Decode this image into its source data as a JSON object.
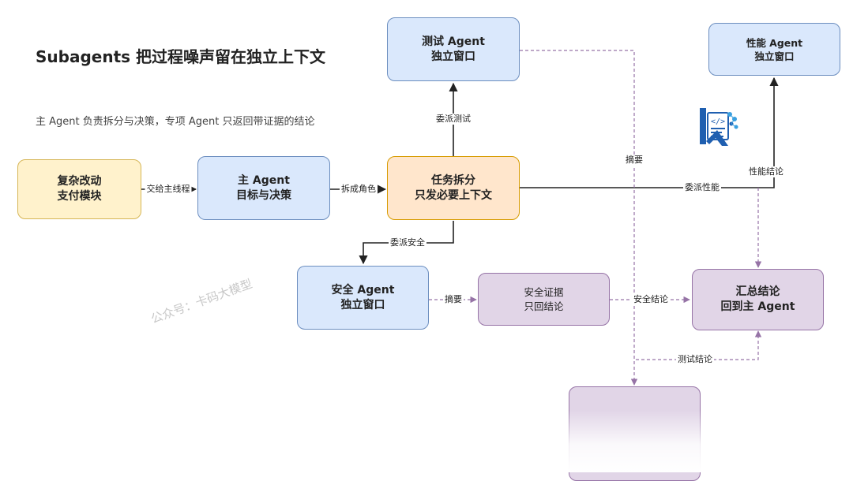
{
  "title": "Subagents 把过程噪声留在独立上下文",
  "subtitle": "主 Agent 负责拆分与决策，专项 Agent 只返回带证据的结论",
  "watermark": "公众号：卡码大模型",
  "colors": {
    "yellow_fill": "#fff2cc",
    "yellow_stroke": "#d6b656",
    "blue_fill": "#dae8fc",
    "blue_stroke": "#6c8ebf",
    "orange_fill": "#ffe6cc",
    "orange_stroke": "#d79b00",
    "purple_fill": "#e1d5e7",
    "purple_stroke": "#9673a6"
  },
  "nodes": {
    "complex_change": {
      "line1": "复杂改动",
      "line2": "支付模块"
    },
    "main_agent": {
      "line1": "主 Agent",
      "line2": "目标与决策"
    },
    "task_split": {
      "line1": "任务拆分",
      "line2": "只发必要上下文"
    },
    "test_agent": {
      "line1": "测试 Agent",
      "line2": "独立窗口"
    },
    "perf_agent": {
      "line1": "性能 Agent",
      "line2": "独立窗口"
    },
    "security_agent": {
      "line1": "安全 Agent",
      "line2": "独立窗口"
    },
    "security_evidence": {
      "line1": "安全证据",
      "line2": "只回结论"
    },
    "summary": {
      "line1": "汇总结论",
      "line2": "回到主 Agent"
    },
    "bottom_box": {
      "line1": "",
      "line2": ""
    }
  },
  "edges": {
    "handoff": "交给主线程",
    "split_roles": "拆成角色",
    "delegate_test": "委派测试",
    "delegate_security": "委派安全",
    "delegate_perf": "委派性能",
    "perf_conclusion": "性能结论",
    "abstract_top": "摘要",
    "abstract_security": "摘要",
    "security_conclusion": "安全结论",
    "test_conclusion": "测试结论"
  },
  "logo": {
    "icon": "code-document-brain-icon",
    "letter": "K"
  }
}
